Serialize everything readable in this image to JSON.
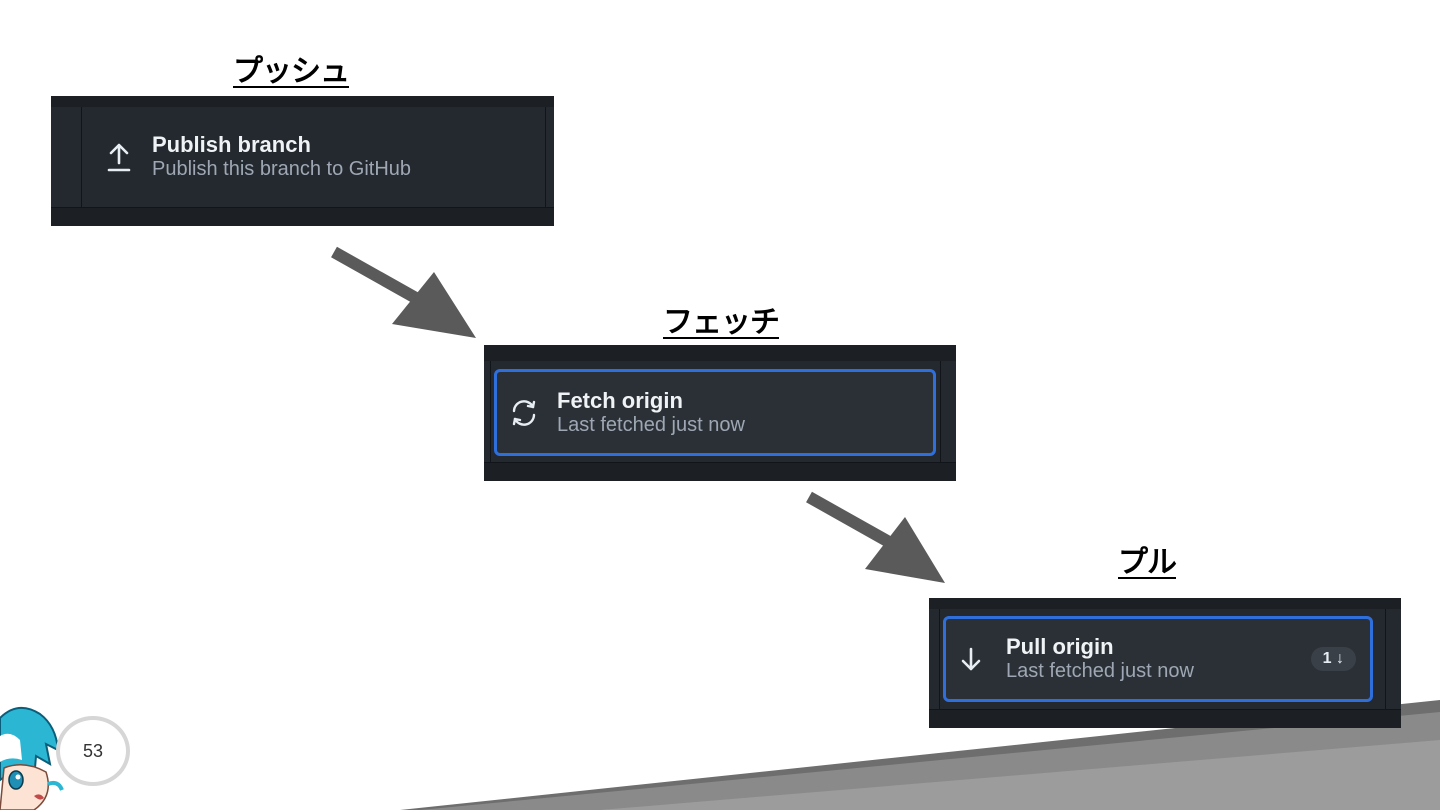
{
  "slide": {
    "page_number": "53",
    "accent_color": "#2f6fdc"
  },
  "push": {
    "heading": "プッシュ",
    "button_title": "Publish branch",
    "button_subtitle": "Publish this branch to GitHub",
    "icon": "arrow-up-icon"
  },
  "fetch": {
    "heading": "フェッチ",
    "button_title": "Fetch origin",
    "button_subtitle": "Last fetched just now",
    "icon": "sync-icon"
  },
  "pull": {
    "heading": "プル",
    "button_title": "Pull origin",
    "button_subtitle": "Last fetched just now",
    "icon": "arrow-down-icon",
    "badge_count": "1 ↓"
  }
}
